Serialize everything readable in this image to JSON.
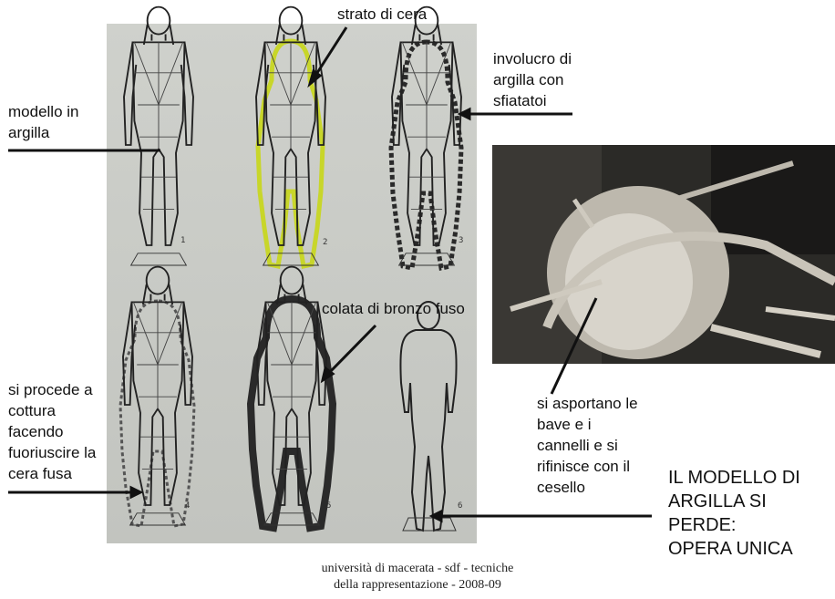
{
  "labels": {
    "strato": "strato di cera",
    "involucro_l1": "involucro di",
    "involucro_l2": "argilla con",
    "involucro_l3": "sfiatatoi",
    "modello_l1": "modello in",
    "modello_l2": "argilla",
    "colata": "colata di bronzo fuso",
    "cottura_l1": "si procede a",
    "cottura_l2": "cottura",
    "cottura_l3": "facendo",
    "cottura_l4": "fuoriuscire la",
    "cottura_l5": "cera fusa",
    "asportano_l1": "si asportano le",
    "asportano_l2": "bave e  i",
    "asportano_l3": "cannelli e si",
    "asportano_l4": "rifinisce con il",
    "asportano_l5": "cesello",
    "perde_l1": "IL MODELLO DI",
    "perde_l2": "ARGILLA SI PERDE:",
    "perde_l3": "OPERA UNICA"
  },
  "figure_numbers": [
    "1",
    "2",
    "3",
    "4",
    "5",
    "6"
  ],
  "footer": {
    "line1": "università di macerata - sdf - tecniche",
    "line2": "della rappresentazione - 2008-09"
  },
  "colors": {
    "wax_layer": "#c8d62a",
    "bronze_layer": "#2a2a2a",
    "plate": "#c7c9c4"
  }
}
